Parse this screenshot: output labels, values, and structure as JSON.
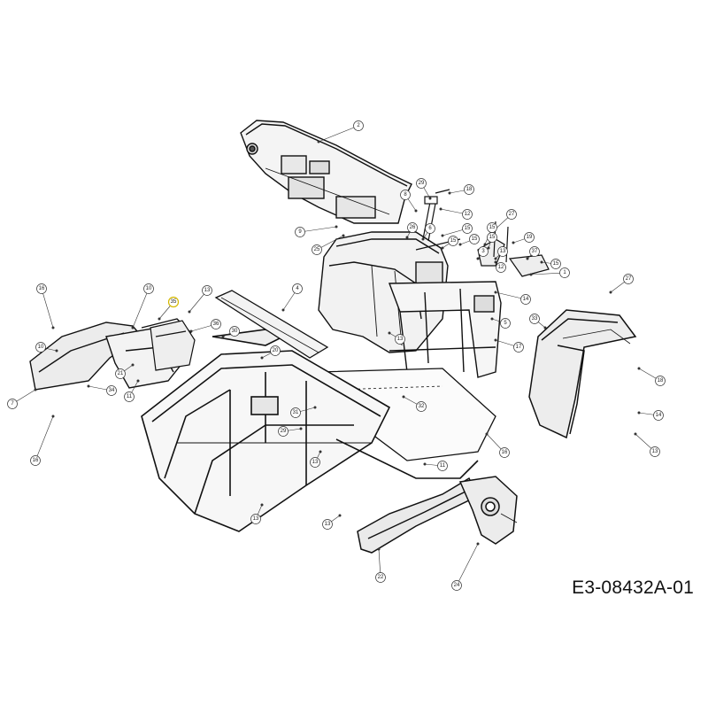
{
  "drawing_code": "E3-08432A-01",
  "highlight_color": "#d4b800",
  "callouts": [
    {
      "label": "2"
    },
    {
      "label": "8"
    },
    {
      "label": "29"
    },
    {
      "label": "18"
    },
    {
      "label": "12"
    },
    {
      "label": "9"
    },
    {
      "label": "25"
    },
    {
      "label": "26"
    },
    {
      "label": "27"
    },
    {
      "label": "15"
    },
    {
      "label": "15"
    },
    {
      "label": "15"
    },
    {
      "label": "15"
    },
    {
      "label": "19"
    },
    {
      "label": "3"
    },
    {
      "label": "13"
    },
    {
      "label": "15"
    },
    {
      "label": "6"
    },
    {
      "label": "12"
    },
    {
      "label": "37"
    },
    {
      "label": "15"
    },
    {
      "label": "1"
    },
    {
      "label": "14"
    },
    {
      "label": "16"
    },
    {
      "label": "10"
    },
    {
      "label": "4"
    },
    {
      "label": "13"
    },
    {
      "label": "36"
    },
    {
      "label": "35"
    },
    {
      "label": "10"
    },
    {
      "label": "21"
    },
    {
      "label": "11"
    },
    {
      "label": "34"
    },
    {
      "label": "7"
    },
    {
      "label": "16"
    },
    {
      "label": "30"
    },
    {
      "label": "20"
    },
    {
      "label": "13"
    },
    {
      "label": "5"
    },
    {
      "label": "17"
    },
    {
      "label": "33"
    },
    {
      "label": "27"
    },
    {
      "label": "18"
    },
    {
      "label": "14"
    },
    {
      "label": "13"
    },
    {
      "label": "32"
    },
    {
      "label": "31"
    },
    {
      "label": "29"
    },
    {
      "label": "13"
    },
    {
      "label": "16"
    },
    {
      "label": "11"
    },
    {
      "label": "13"
    },
    {
      "label": "13"
    },
    {
      "label": "22"
    },
    {
      "label": "24"
    }
  ]
}
